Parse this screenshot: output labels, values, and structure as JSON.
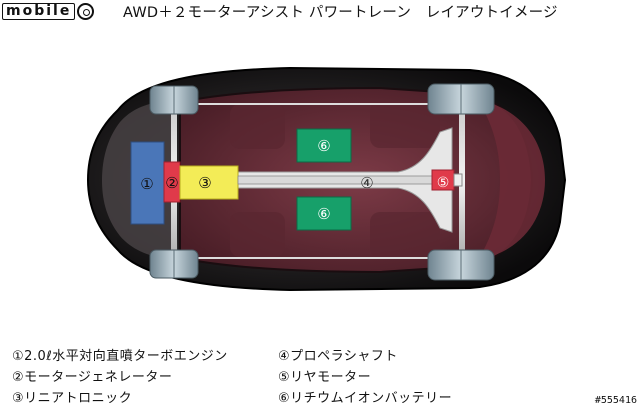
{
  "header": {
    "logo_text": "mobile",
    "title": "AWD＋２モーターアシスト パワートレーン　レイアウトイメージ"
  },
  "diagram": {
    "components": [
      {
        "id": "engine",
        "marker": "①",
        "color": "#4a76b8"
      },
      {
        "id": "motor-generator",
        "marker": "②",
        "color": "#e03a4a"
      },
      {
        "id": "linear-tronic",
        "marker": "③",
        "color": "#f3ec57"
      },
      {
        "id": "propeller-shaft",
        "marker": "④",
        "color": "#d9d9d9"
      },
      {
        "id": "rear-motor",
        "marker": "⑤",
        "color": "#e03a4a"
      },
      {
        "id": "battery-top",
        "marker": "⑥",
        "color": "#17a06a"
      },
      {
        "id": "battery-bottom",
        "marker": "⑥",
        "color": "#17a06a"
      }
    ]
  },
  "legend": {
    "items": [
      "①2.0ℓ水平対向直噴ターボエンジン",
      "②モータージェネレーター",
      "③リニアトロニック",
      "④プロペラシャフト",
      "⑤リヤモーター",
      "⑥リチウムイオンバッテリー"
    ]
  },
  "watermark": "#555416"
}
